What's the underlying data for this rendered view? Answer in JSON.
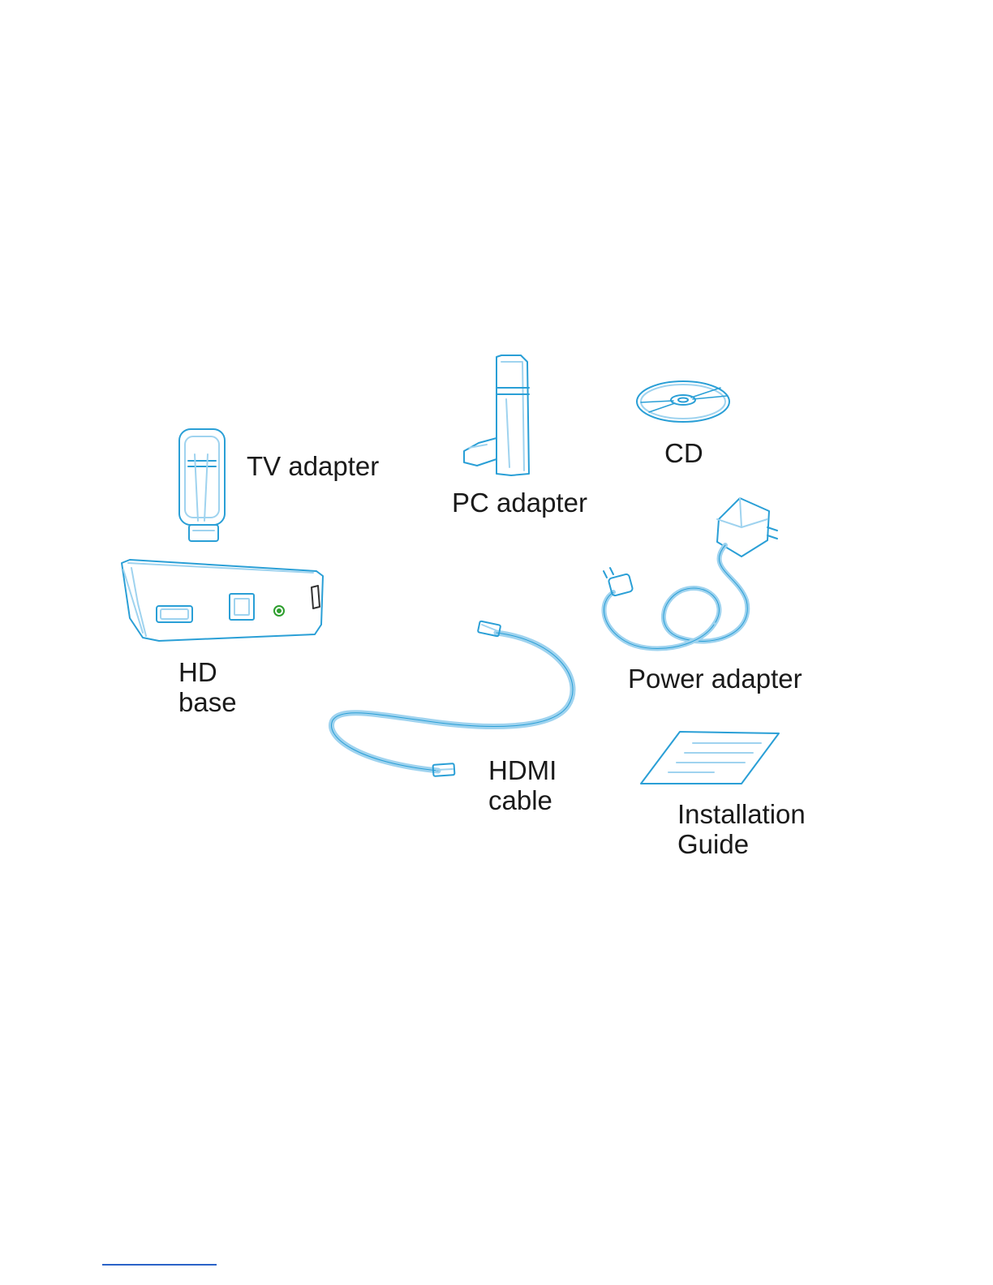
{
  "labels": {
    "tv_adapter": "TV adapter",
    "pc_adapter": "PC adapter",
    "cd": "CD",
    "hd_base": [
      "HD",
      "base"
    ],
    "power_adapter": "Power adapter",
    "hdmi_cable": [
      "HDMI",
      "cable"
    ],
    "installation_guide": [
      "Installation",
      "Guide"
    ]
  },
  "colors": {
    "line_art": "#2a9fd6",
    "line_art_light": "#9fd3ef",
    "power_led": "#2e9e2e",
    "text": "#1a1a1a",
    "footnote_rule": "#2a63c8"
  }
}
